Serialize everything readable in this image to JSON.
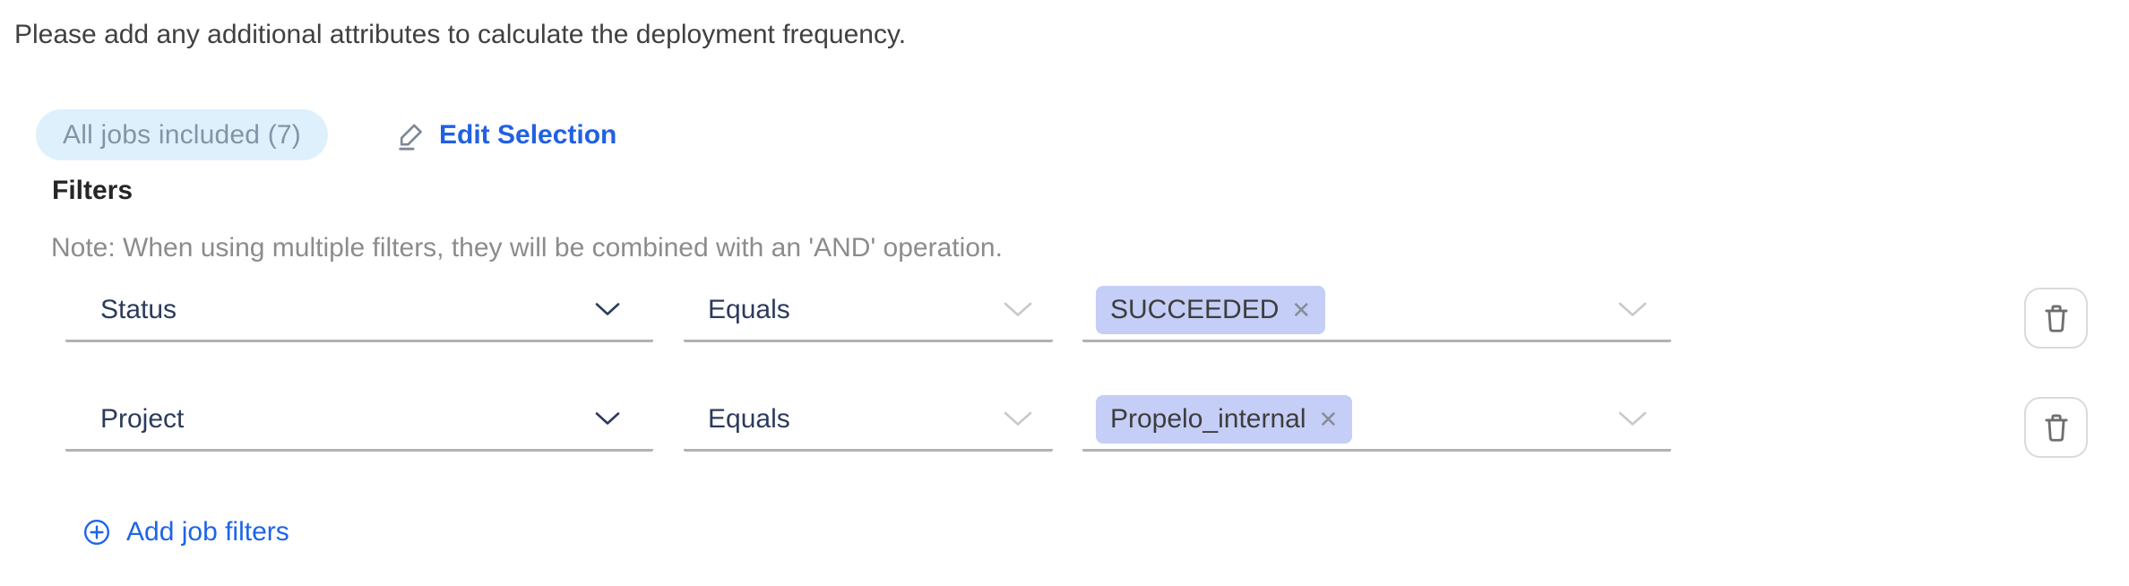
{
  "page": {
    "intro": "Please add any additional attributes to calculate the deployment frequency."
  },
  "selection": {
    "badge_label": "All jobs included (7)",
    "edit_label": "Edit Selection"
  },
  "filters": {
    "heading": "Filters",
    "note": "Note: When using multiple filters, they will be combined with an 'AND' operation.",
    "add_label": "Add job filters",
    "rows": [
      {
        "attribute": "Status",
        "operator": "Equals",
        "value_tags": [
          "SUCCEEDED"
        ]
      },
      {
        "attribute": "Project",
        "operator": "Equals",
        "value_tags": [
          "Propelo_internal"
        ]
      }
    ]
  },
  "glyphs": {
    "remove_tag": "✕"
  },
  "colors": {
    "accent_blue": "#2160e4",
    "add_link_blue": "#1e64ea",
    "badge_bg": "#def0fc",
    "badge_text": "#8494a6",
    "tag_bg": "#c5cef6",
    "tag_text": "#3d3d3d",
    "field_text": "#2c3b5c",
    "underline": "#b2b2b2",
    "note_text": "#8c8c8c",
    "icon_gray": "#6f6f6f"
  }
}
